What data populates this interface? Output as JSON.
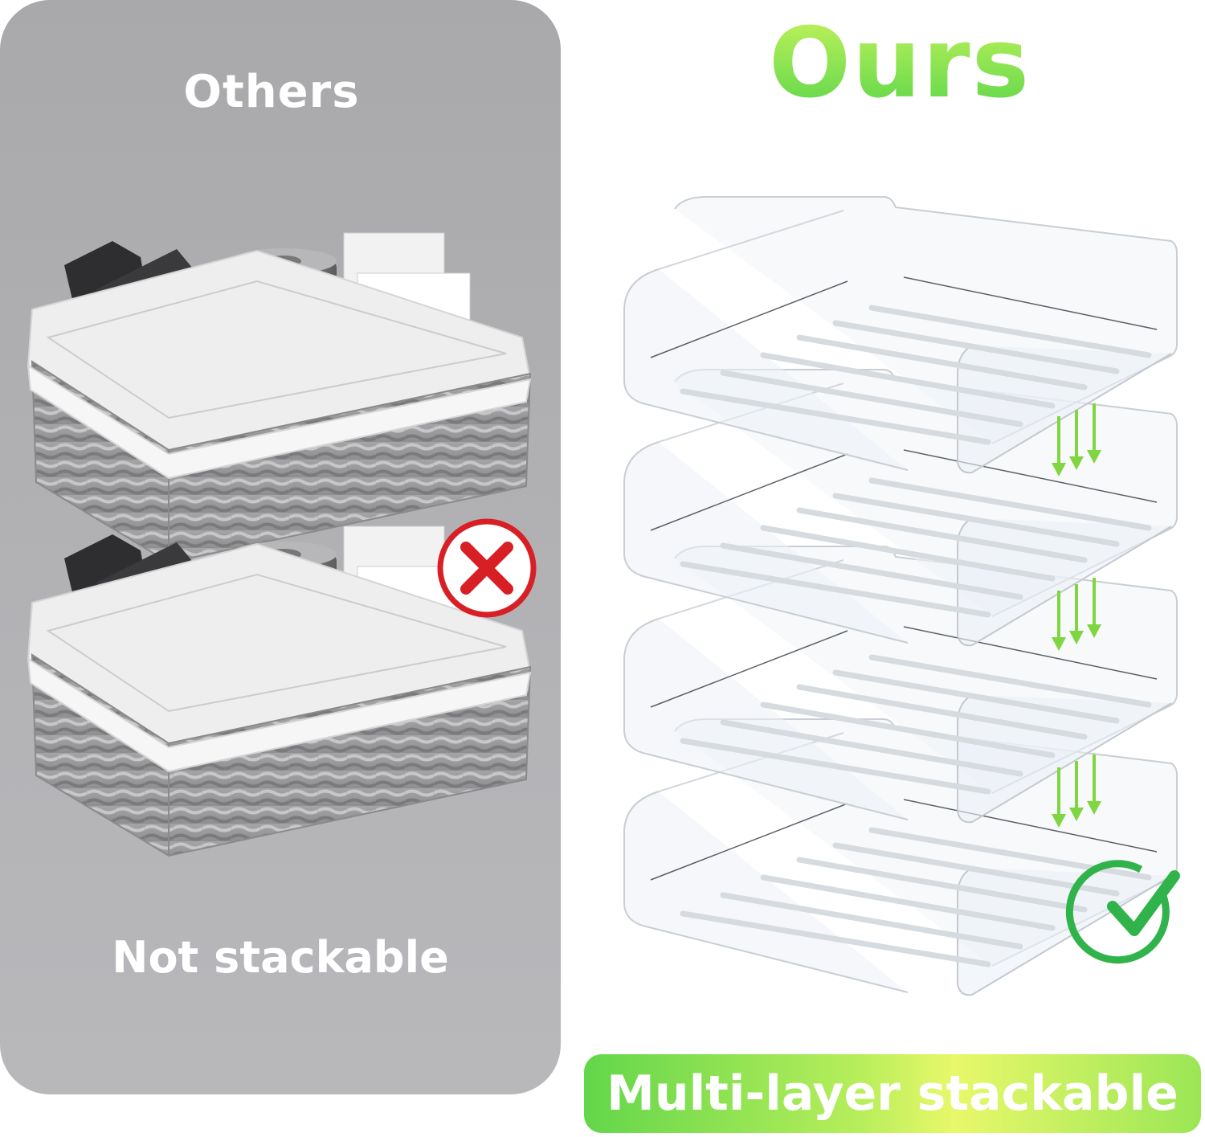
{
  "left": {
    "heading": "Others",
    "caption": "Not stackable",
    "badge_icon": "cross-circle-icon",
    "badge_color": "#d81f26"
  },
  "right": {
    "heading": "Ours",
    "caption": "Multi-layer stackable",
    "badge_icon": "check-circle-icon",
    "badge_color": "#2fb34a",
    "arrow_color": "#7fd640"
  },
  "colors": {
    "panel_gray": "#b0b0b3",
    "heading_gradient_top": "#c7f35b",
    "heading_gradient_bottom": "#56d54a"
  }
}
